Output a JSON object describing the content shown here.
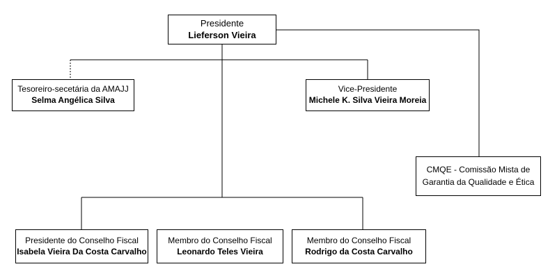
{
  "org_chart": {
    "president": {
      "role": "Presidente",
      "name": "Lieferson Vieira"
    },
    "treasurer": {
      "role": "Tesoreiro-secetária da AMAJJ",
      "name": "Selma Angélica Silva"
    },
    "vice_president": {
      "role": "Vice-Presidente",
      "name": "Michele K. Silva Vieira Moreia"
    },
    "cmqe": {
      "role_line1": "CMQE - Comissão Mista de",
      "role_line2": "Garantia da Qualidade e Ética"
    },
    "fiscal_president": {
      "role": "Presidente do Conselho Fiscal",
      "name": "Isabela Vieira Da Costa Carvalho"
    },
    "fiscal_member_1": {
      "role": "Membro do Conselho Fiscal",
      "name": "Leonardo Teles Vieira"
    },
    "fiscal_member_2": {
      "role": "Membro do Conselho Fiscal",
      "name": "Rodrigo da Costa Carvalho"
    }
  },
  "colors": {
    "line": "#000000",
    "box_border": "#000000",
    "background": "#ffffff"
  }
}
